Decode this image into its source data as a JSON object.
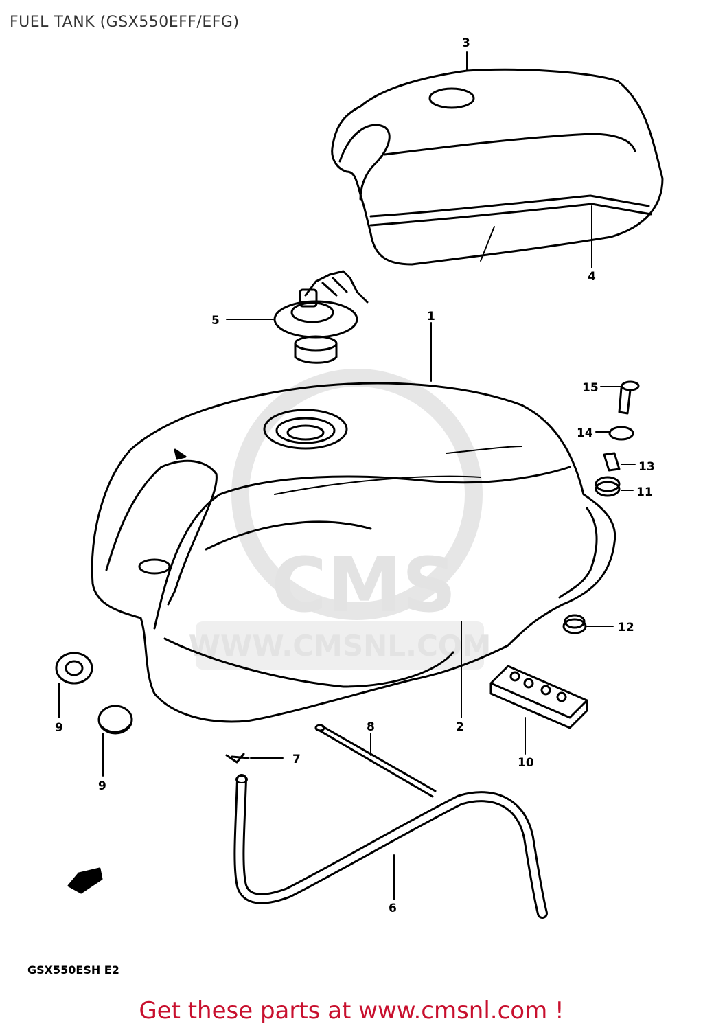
{
  "title": "FUEL TANK (GSX550EFF/EFG)",
  "diagram_code": "GSX550ESH E2",
  "watermark": {
    "logo": "CMS",
    "url": "WWW.CMSNL.COM"
  },
  "footer": "Get these parts at www.cmsnl.com !",
  "colors": {
    "footer": "#c8102e",
    "lines": "#000000",
    "watermark": "#e3e3e3"
  },
  "callouts": [
    "1",
    "2",
    "3",
    "4",
    "5",
    "6",
    "7",
    "8",
    "9",
    "9",
    "10",
    "11",
    "12",
    "13",
    "14",
    "15"
  ]
}
